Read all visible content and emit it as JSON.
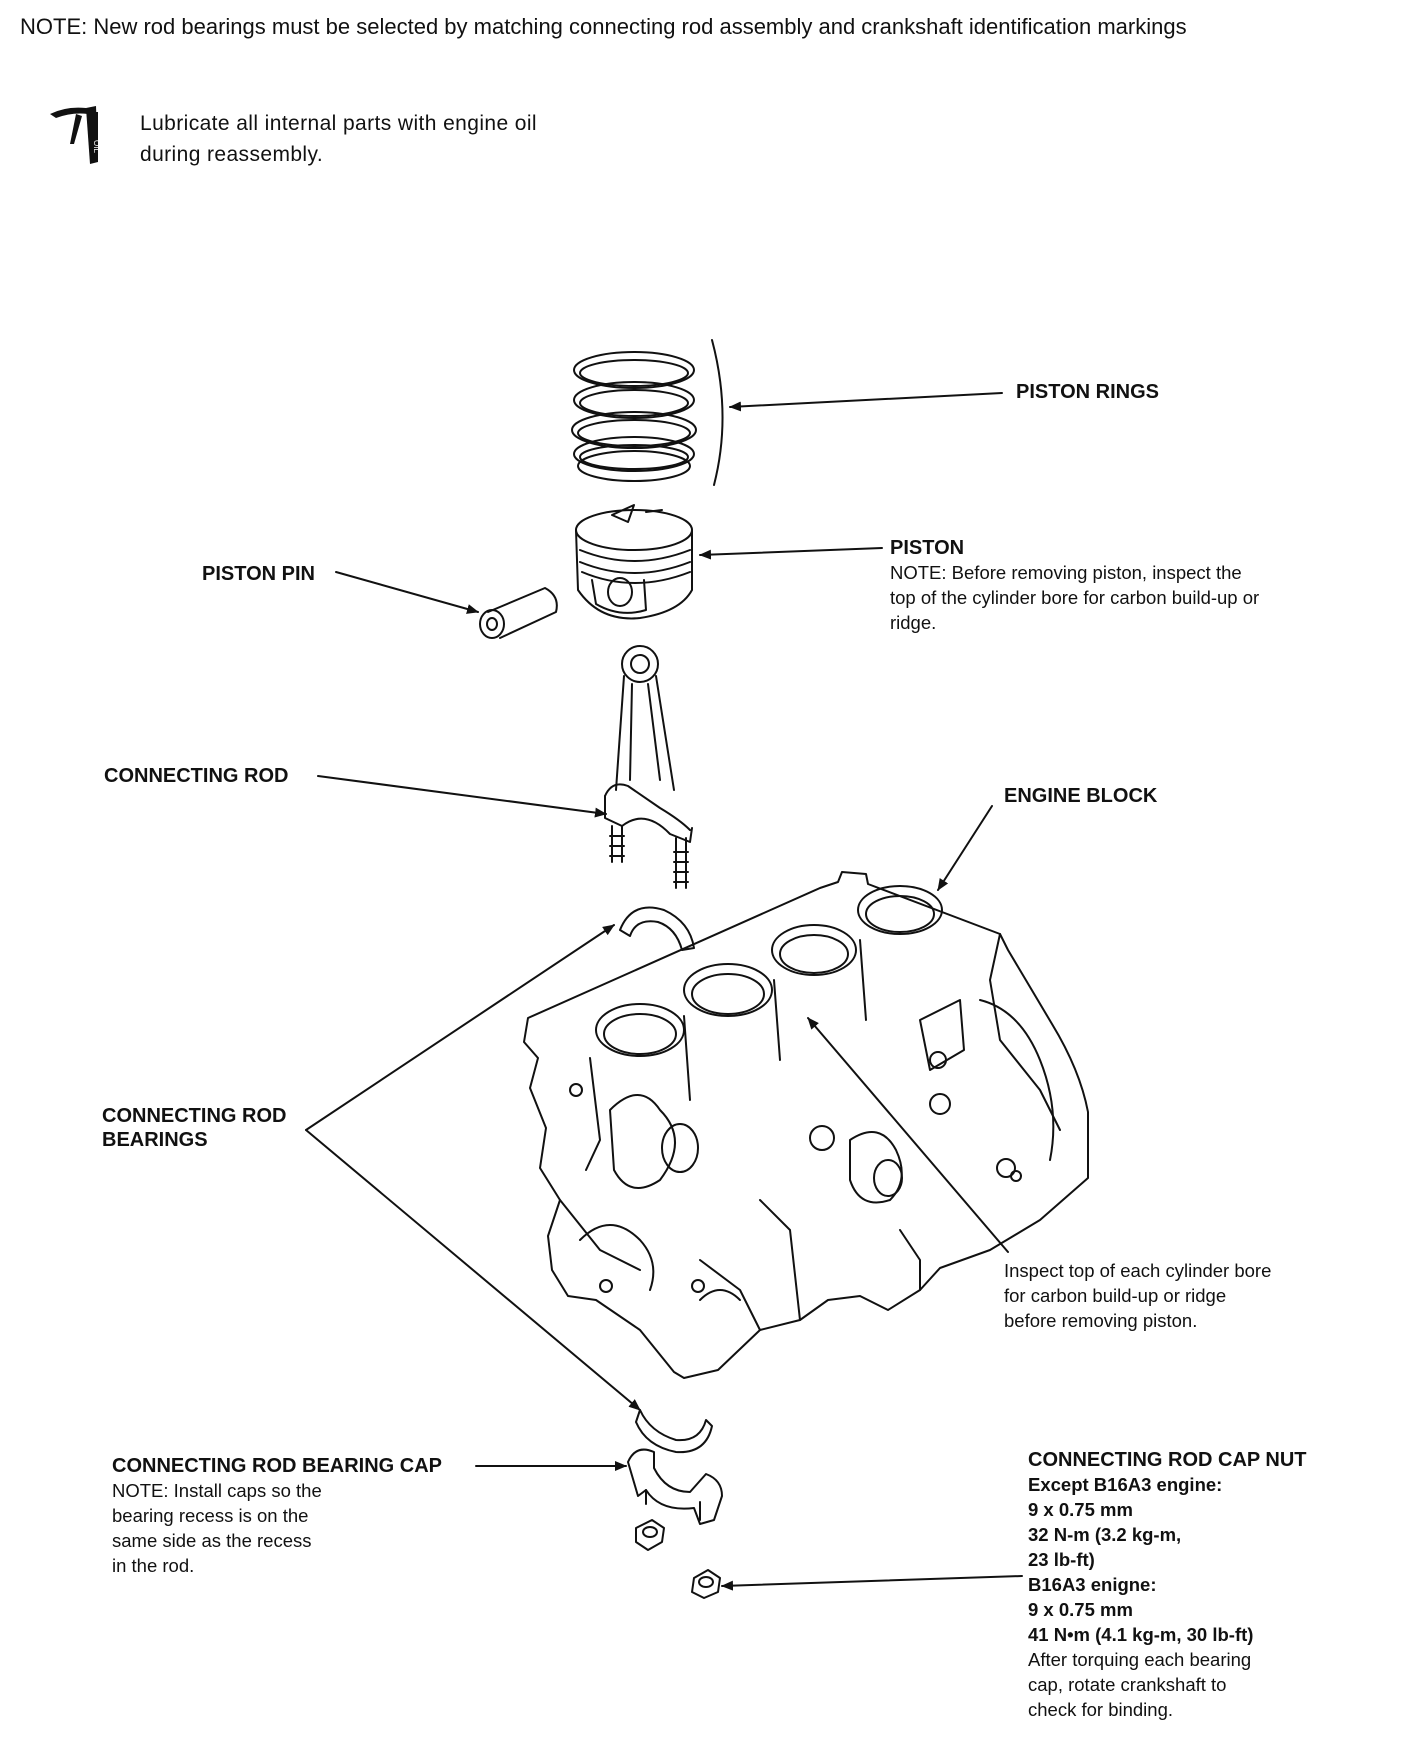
{
  "header_note": "NOTE:  New rod bearings must be selected by matching connecting rod assembly and crankshaft identification markings",
  "lubrication": {
    "icon": "oil-can-icon",
    "line1": "Lubricate all internal parts with engine oil",
    "line2": "during reassembly."
  },
  "labels": {
    "piston_rings": "PISTON RINGS",
    "piston": {
      "title": "PISTON",
      "note_lines": [
        "NOTE: Before removing piston, inspect the",
        "top of the cylinder bore for carbon build-up or",
        "ridge."
      ]
    },
    "piston_pin": "PISTON PIN",
    "connecting_rod": "CONNECTING ROD",
    "engine_block": "ENGINE BLOCK",
    "rod_bearings": [
      "CONNECTING ROD",
      "BEARINGS"
    ],
    "bore_inspect": [
      "Inspect top of each cylinder bore",
      "for carbon build-up or ridge",
      "before removing piston."
    ],
    "bearing_cap": {
      "title": "CONNECTING ROD BEARING CAP",
      "note_lines": [
        "NOTE:  Install caps so the",
        "bearing recess is on the",
        "same side as the recess",
        "in the rod."
      ]
    },
    "cap_nut": {
      "title": "CONNECTING ROD CAP NUT",
      "lines": [
        "Except B16A3 engine:",
        "9 x 0.75 mm",
        "32 N-m (3.2 kg-m,",
        "23 lb-ft)",
        "B16A3 enigne:",
        "9 x 0.75 mm",
        "41 N•m (4.1 kg-m, 30 lb-ft)"
      ],
      "after_lines": [
        "After torquing each bearing",
        "cap, rotate crankshaft to",
        "check for binding."
      ]
    }
  }
}
